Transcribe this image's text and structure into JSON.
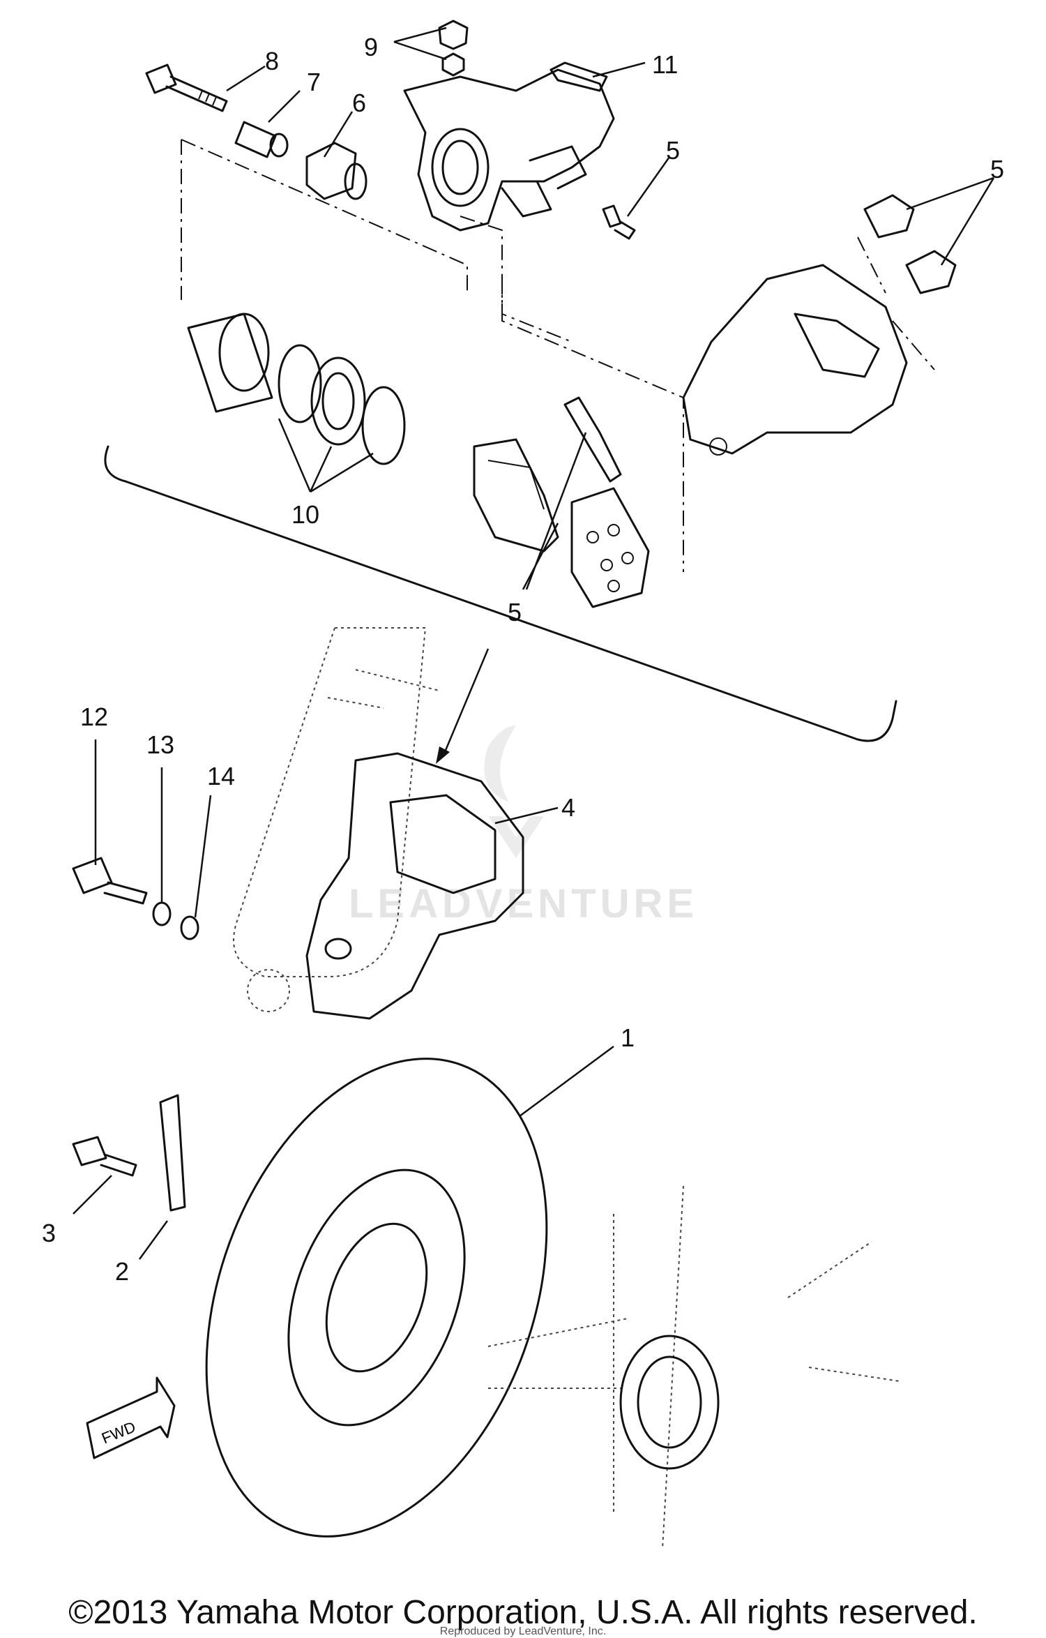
{
  "callouts": {
    "c1": "1",
    "c2": "2",
    "c3": "3",
    "c4": "4",
    "c5a": "5",
    "c5b": "5",
    "c5c": "5",
    "c6": "6",
    "c7": "7",
    "c8": "8",
    "c9": "9",
    "c10": "10",
    "c11": "11",
    "c12": "12",
    "c13": "13",
    "c14": "14"
  },
  "fwd_label": "FWD",
  "watermark": "LEADVENTURE",
  "copyright": "©2013 Yamaha Motor Corporation, U.S.A. All rights reserved.",
  "reproduced": "Reproduced by LeadVenture, Inc."
}
